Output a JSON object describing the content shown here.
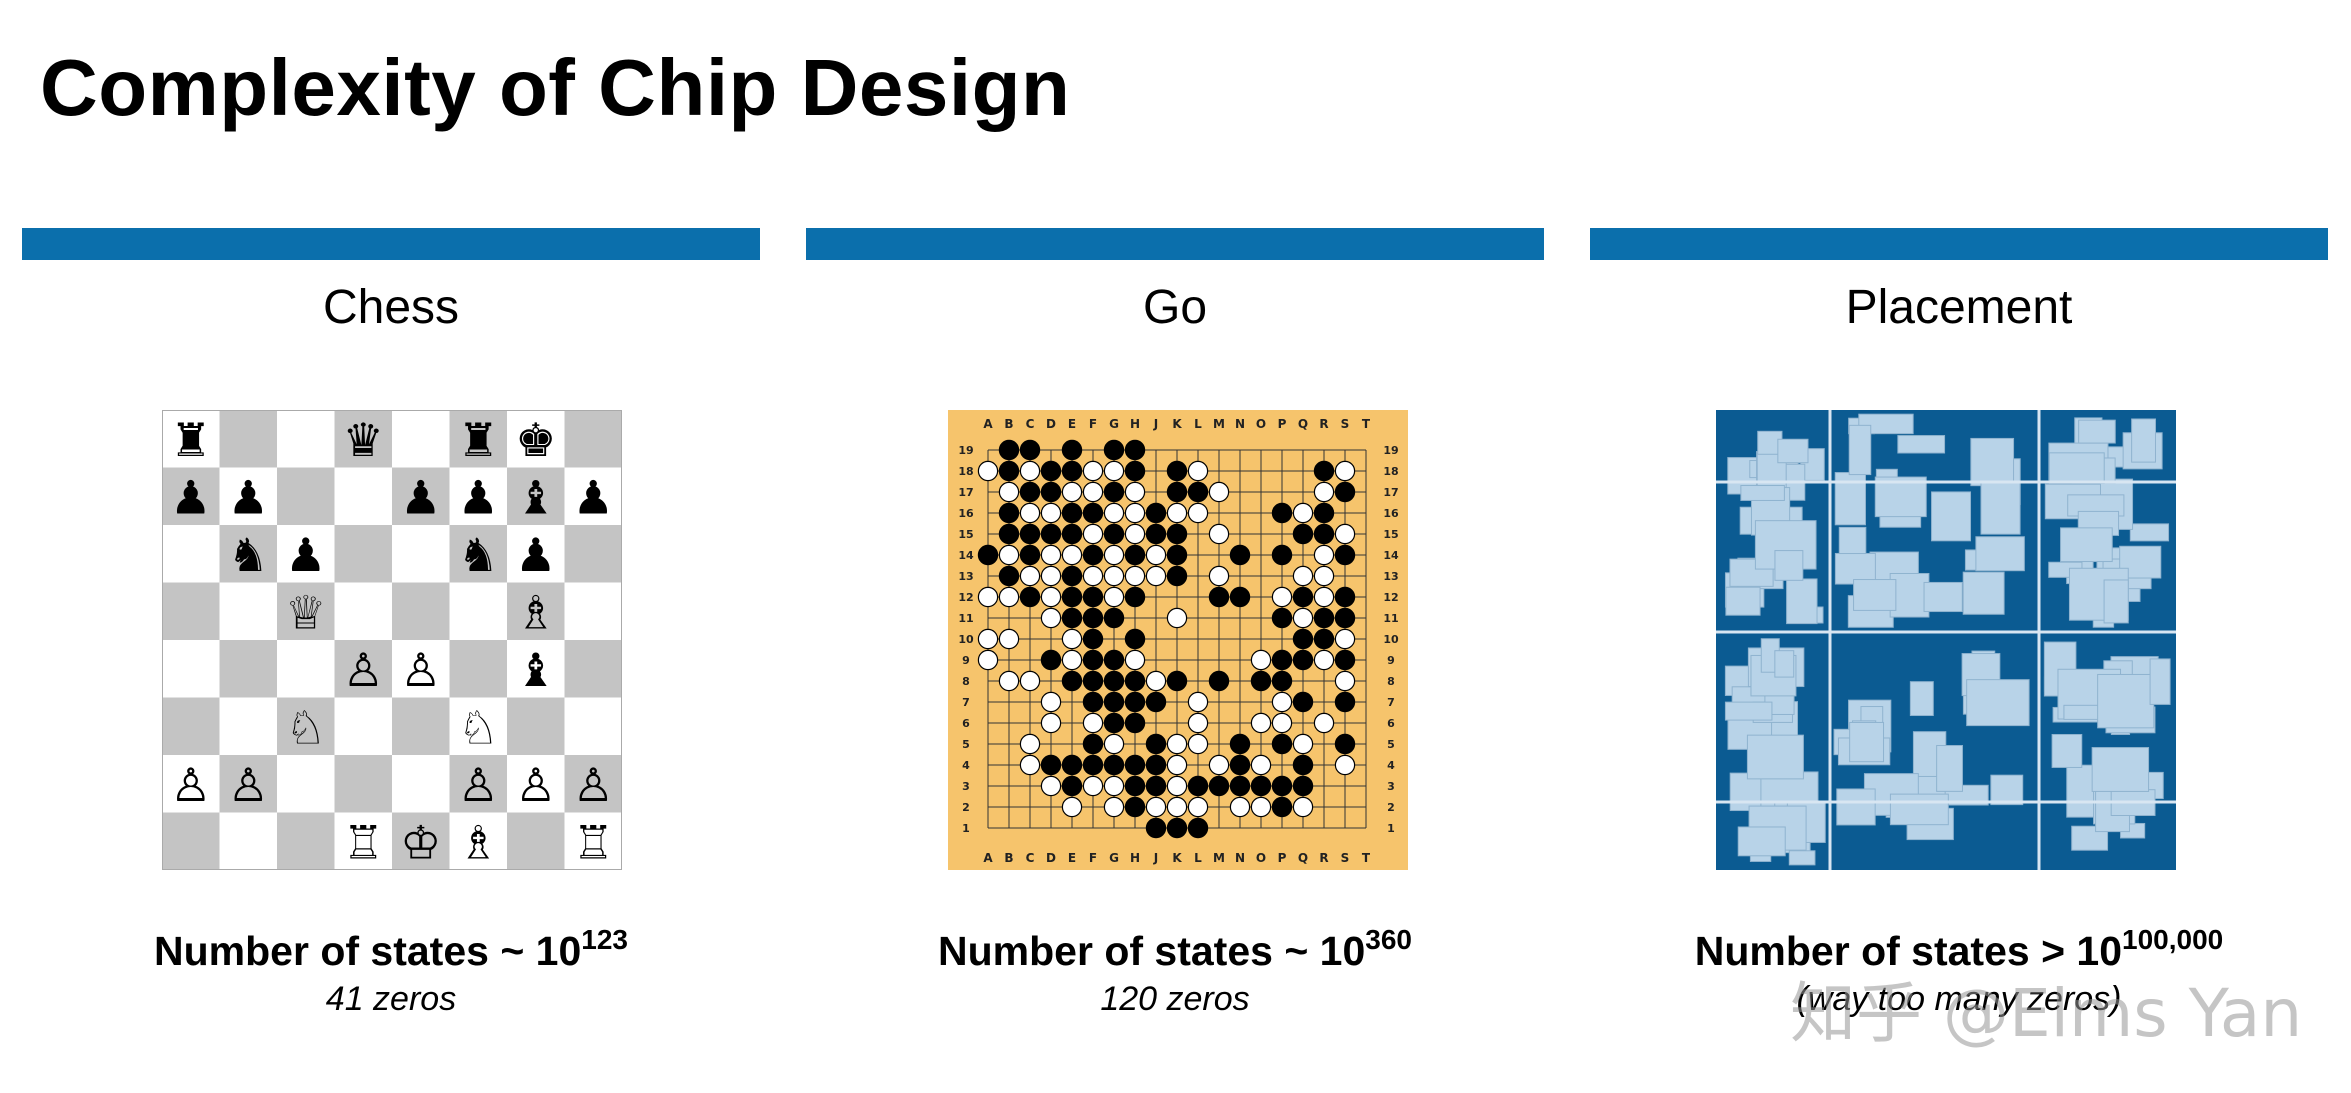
{
  "slide": {
    "title": "Complexity of Chip Design"
  },
  "theme": {
    "bar_color": "#0b6fac",
    "go_board": "#f6c46c",
    "placement_bg": "#0b5b92",
    "placement_block": "#b8d3e8"
  },
  "columns": [
    {
      "heading": "Chess",
      "states_prefix": "Number of states ~ 10",
      "exponent": "123",
      "zeros": "41 zeros"
    },
    {
      "heading": "Go",
      "states_prefix": "Number of states ~ 10",
      "exponent": "360",
      "zeros": "120 zeros"
    },
    {
      "heading": "Placement",
      "states_prefix": "Number of states > 10",
      "exponent": "100,000",
      "zeros": "(way too many zeros)"
    }
  ],
  "go_board": {
    "columns": [
      "A",
      "B",
      "C",
      "D",
      "E",
      "F",
      "G",
      "H",
      "J",
      "K",
      "L",
      "M",
      "N",
      "O",
      "P",
      "Q",
      "R",
      "S",
      "T"
    ],
    "rows": [
      "19",
      "18",
      "17",
      "16",
      "15",
      "14",
      "13",
      "12",
      "11",
      "10",
      "9",
      "8",
      "7",
      "6",
      "5",
      "4",
      "3",
      "2",
      "1"
    ]
  },
  "chess": {
    "pieces_light": [
      "♖",
      "♙",
      "♘",
      "♗",
      "♕",
      "♔"
    ],
    "pieces_dark": [
      "♜",
      "♟",
      "♞",
      "♝",
      "♛",
      "♚"
    ]
  },
  "watermark": "知乎 @Elms Yan"
}
